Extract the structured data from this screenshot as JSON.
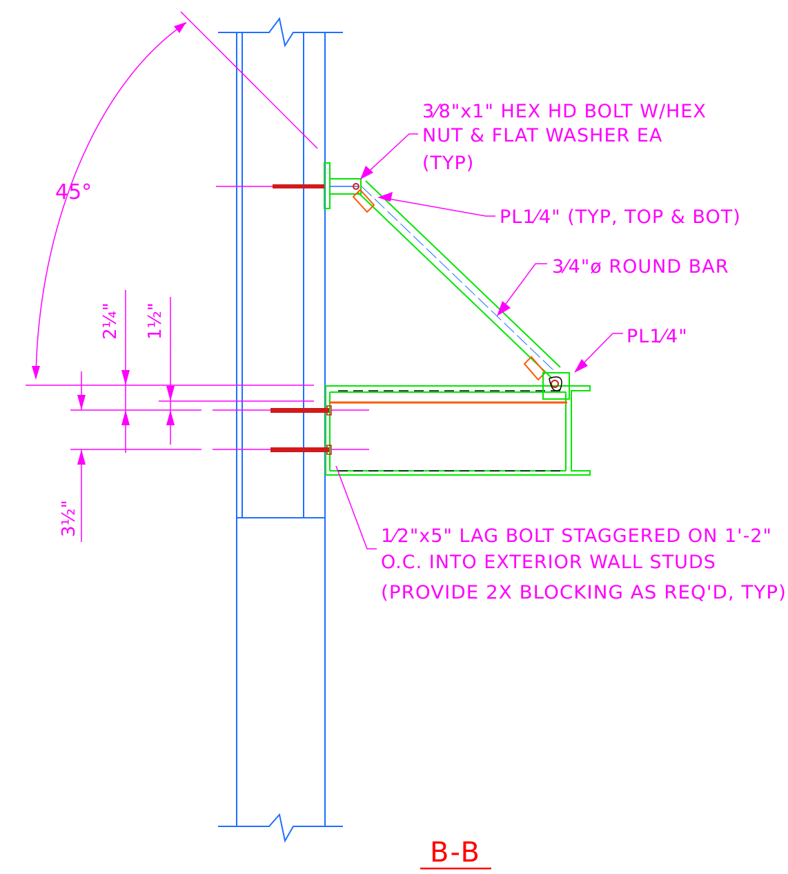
{
  "colors": {
    "wall": "#1e6fff",
    "steel": "#00e600",
    "annotation": "#ff00ff",
    "title": "#ff0000",
    "plate": "#ff5a00",
    "bolt": "#d11a1a",
    "hidden": "#000000"
  },
  "callouts": {
    "hex_bolt": [
      "3⁄8\"x1\" HEX HD BOLT W/HEX",
      "NUT & FLAT WASHER EA",
      "(TYP)"
    ],
    "plate_top": "PL1⁄4\" (TYP, TOP & BOT)",
    "round_bar": "3⁄4\"ø ROUND BAR",
    "plate_bottom": "PL1⁄4\"",
    "lag_bolt": [
      "1⁄2\"x5\" LAG BOLT STAGGERED ON 1'-2\"",
      "O.C. INTO EXTERIOR WALL STUDS",
      "(PROVIDE 2X BLOCKING AS REQ'D, TYP)"
    ]
  },
  "dimensions": {
    "angle": "45°",
    "d1": "2¼\"",
    "d2": "1½\"",
    "d3": "3½\""
  },
  "section_title": "B-B"
}
